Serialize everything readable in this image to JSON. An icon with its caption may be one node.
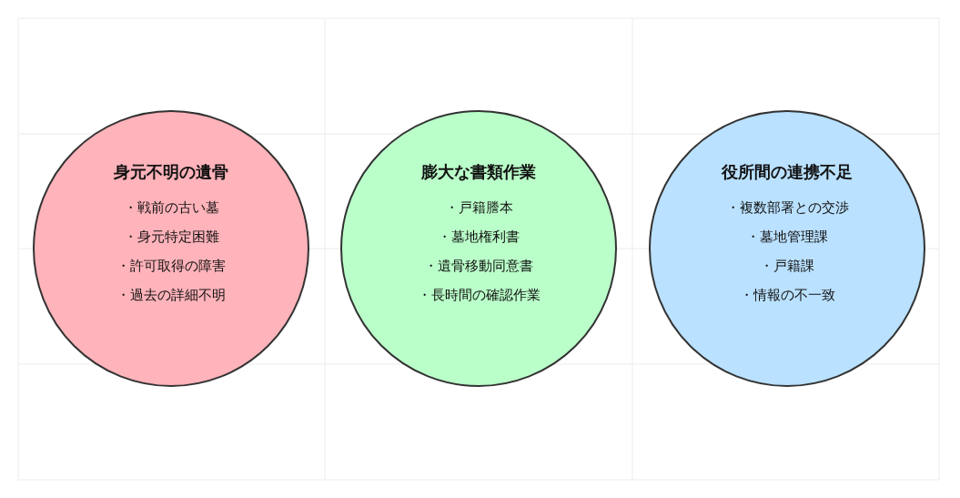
{
  "diagram": {
    "nodes": [
      {
        "text": [
          "身元不明の遺骨",
          "・戦前の古い墓",
          "・身元特定困難",
          "・許可取得の障害",
          "・過去の詳細不明"
        ]
      },
      {
        "text": [
          "膨大な書類作業",
          "・戸籍謄本",
          "・墓地権利書",
          "・遺骨移動同意書",
          "・長時間の確認作業"
        ]
      },
      {
        "text": [
          "役所間の連携不足",
          "・複数部署との交渉",
          "・墓地管理課",
          "・戸籍課",
          "・情報の不一致"
        ]
      }
    ]
  }
}
